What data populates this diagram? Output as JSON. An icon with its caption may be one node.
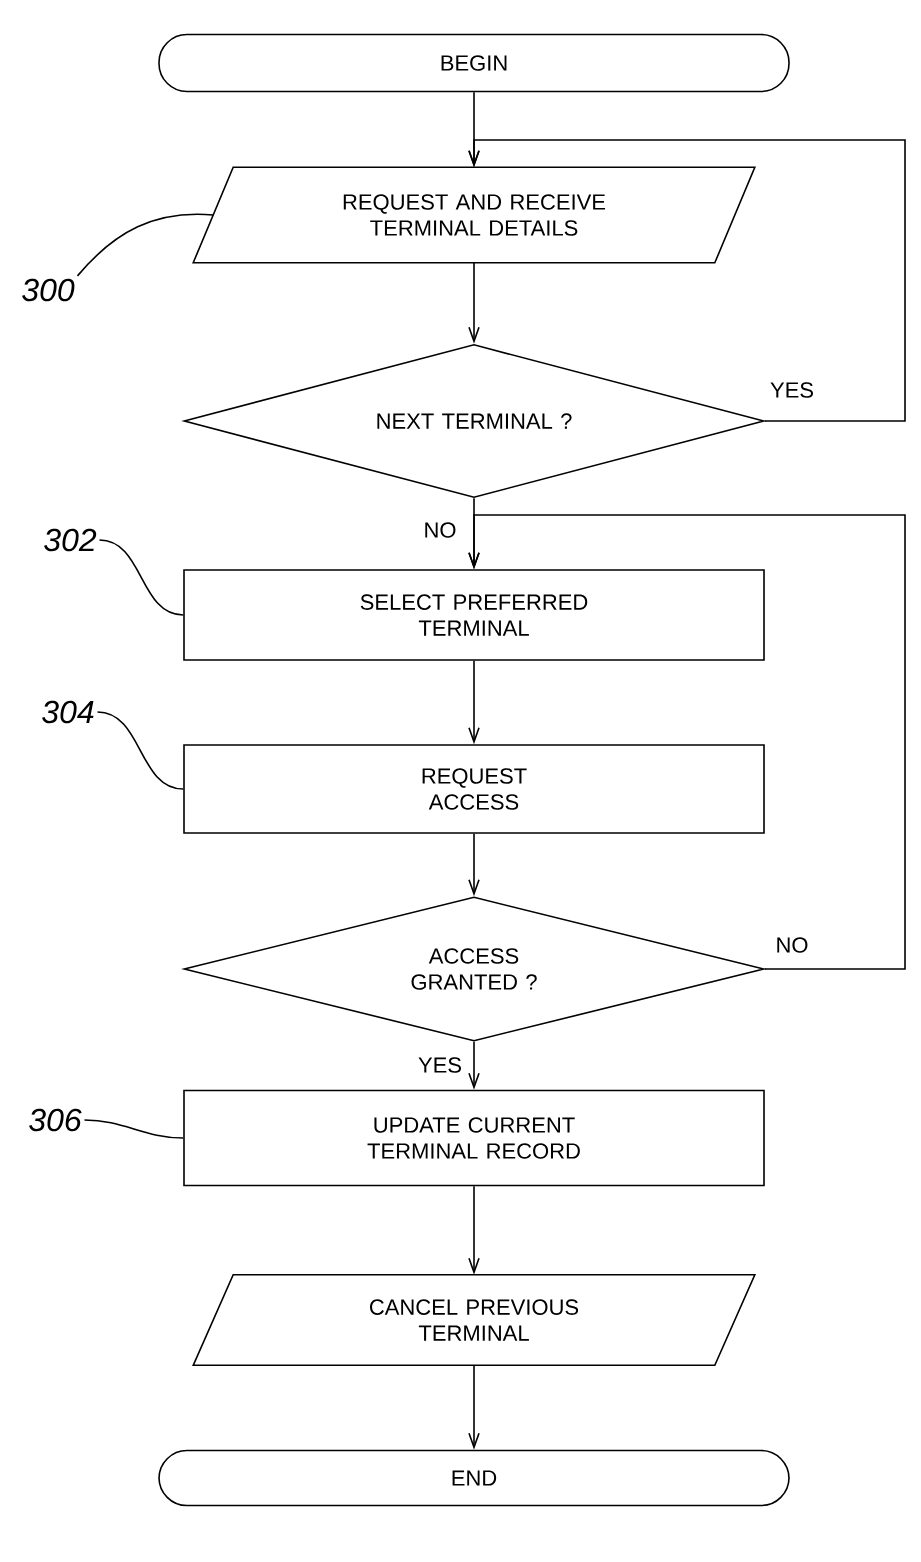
{
  "diagram": {
    "nodes": [
      {
        "text": [
          "BEGIN"
        ]
      },
      {
        "text": [
          "REQUEST AND RECEIVE TERMINAL DETAILS"
        ]
      },
      {
        "text": [
          "NEXT TERMINAL ?"
        ]
      },
      {
        "text": [
          "SELECT PREFERRED TERMINAL"
        ]
      },
      {
        "text": [
          "REQUEST ACCESS"
        ]
      },
      {
        "text": [
          "ACCESS GRANTED ?"
        ]
      },
      {
        "text": [
          "UPDATE CURRENT TERMINAL RECORD"
        ]
      },
      {
        "text": [
          "CANCEL PREVIOUS TERMINAL"
        ]
      },
      {
        "text": [
          "END"
        ]
      },
      {
        "text": [
          "300"
        ]
      },
      {
        "text": [
          "302"
        ]
      },
      {
        "text": [
          "304"
        ]
      },
      {
        "text": [
          "306"
        ]
      }
    ],
    "edges": [
      {
        "from": 0,
        "to": 1,
        "arrow": "to"
      },
      {
        "from": 1,
        "to": 2,
        "arrow": "to"
      },
      {
        "from": 2,
        "to": 3,
        "arrow": "to",
        "label": "NO"
      },
      {
        "from": 2,
        "to": 1,
        "arrow": "to",
        "label": "YES"
      },
      {
        "from": 3,
        "to": 4,
        "arrow": "to"
      },
      {
        "from": 4,
        "to": 5,
        "arrow": "to"
      },
      {
        "from": 5,
        "to": 6,
        "arrow": "to",
        "label": "YES"
      },
      {
        "from": 5,
        "to": 3,
        "arrow": "to",
        "label": "NO"
      },
      {
        "from": 6,
        "to": 7,
        "arrow": "to"
      },
      {
        "from": 7,
        "to": 8,
        "arrow": "to"
      },
      {
        "from": 9,
        "to": 1,
        "arrow": "none"
      },
      {
        "from": 10,
        "to": 3,
        "arrow": "none"
      },
      {
        "from": 11,
        "to": 4,
        "arrow": "none"
      },
      {
        "from": 12,
        "to": 6,
        "arrow": "none"
      }
    ]
  }
}
